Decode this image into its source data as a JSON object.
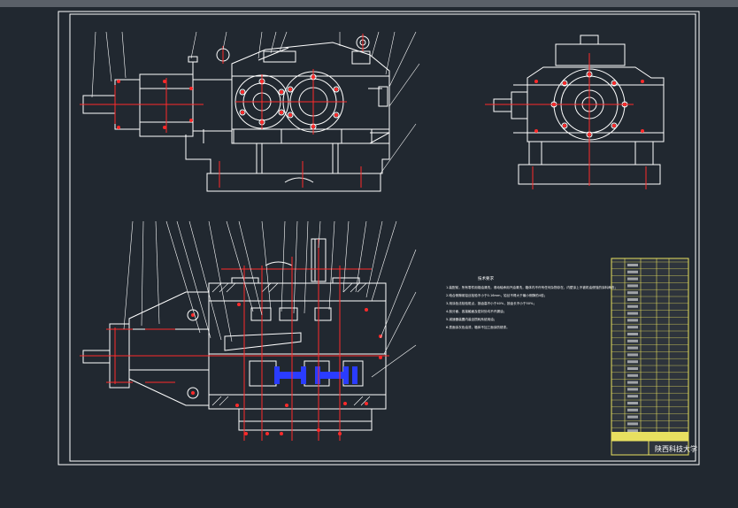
{
  "drawing": {
    "colors": {
      "background": "#212830",
      "frame": "#ffffff",
      "outline": "#ffffff",
      "centerline": "#ff2a2a",
      "leader": "#ffffff",
      "titleblock_fill": "#e8e060",
      "part_blue": "#2a3cff"
    },
    "notes": {
      "heading": "技术要求",
      "lines": [
        "1.装配前，所有零件用煤油清洗，滚动轴承用汽油清洗，箱体内不许有任何杂物存在，内壁涂上不被机油侵蚀的涂料两次；",
        "2.啮合侧隙用铅丝检验不小于0.16mm，铅丝不得大于最小侧隙的4倍；",
        "3.用涂色法检验斑点，按齿高不小于40%，按齿长不小于50%；",
        "4.剖分面、各接触面及密封处均不许漏油；",
        "5.减速器装置内装全损耗系统用油；",
        "6.表面涂灰色油漆，箱体不加工面涂防锈漆。"
      ]
    },
    "titleblock": {
      "school": "陕西科技大学"
    }
  }
}
